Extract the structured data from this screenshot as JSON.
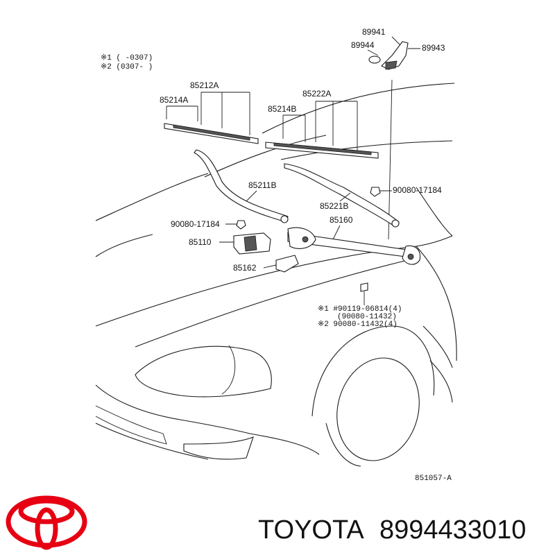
{
  "notes": {
    "note1": "※1 (      -0307)",
    "note2": "※2 (0307-      )"
  },
  "labels": {
    "p89941": "89941",
    "p89944": "89944",
    "p89943": "89943",
    "p85212A": "85212A",
    "p85214A": "85214A",
    "p85222A": "85222A",
    "p85214B": "85214B",
    "p85211B": "85211B",
    "p85221B": "85221B",
    "p90080_17184_r": "90080-17184",
    "p90080_17184_l": "90080-17184",
    "p85160": "85160",
    "p85110": "85110",
    "p85162": "85162",
    "bolt1": "※1 #90119-06814(4)",
    "bolt1b": "(90080-11432)",
    "bolt2": "※2  90080-11432(4)",
    "diagram_id": "851057-A"
  },
  "brand": {
    "name": "TOYOTA",
    "part_number": "8994433010",
    "logo_color": "#e60012"
  }
}
